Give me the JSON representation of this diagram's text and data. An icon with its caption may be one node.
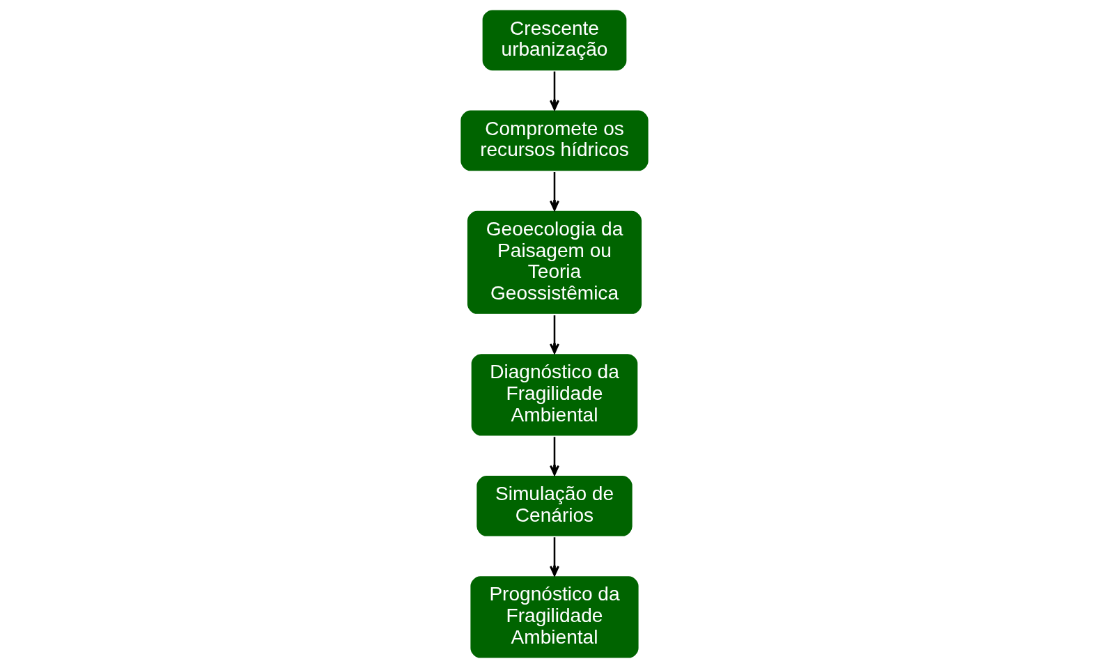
{
  "diagram": {
    "nodes": [
      {
        "text": [
          "Crescente urbanização"
        ]
      },
      {
        "text": [
          "Compromete os recursos hídricos"
        ]
      },
      {
        "text": [
          "Geoecologia da Paisagem ou Teoria Geossistêmica"
        ]
      },
      {
        "text": [
          "Diagnóstico da Fragilidade Ambiental"
        ]
      },
      {
        "text": [
          "Simulação de Cenários"
        ]
      },
      {
        "text": [
          "Prognóstico da Fragilidade Ambiental"
        ]
      }
    ],
    "edges": [
      {
        "from": 0,
        "to": 1,
        "arrow": "to"
      },
      {
        "from": 1,
        "to": 2,
        "arrow": "to"
      },
      {
        "from": 2,
        "to": 3,
        "arrow": "to"
      },
      {
        "from": 3,
        "to": 4,
        "arrow": "to"
      },
      {
        "from": 4,
        "to": 5,
        "arrow": "to"
      }
    ]
  }
}
